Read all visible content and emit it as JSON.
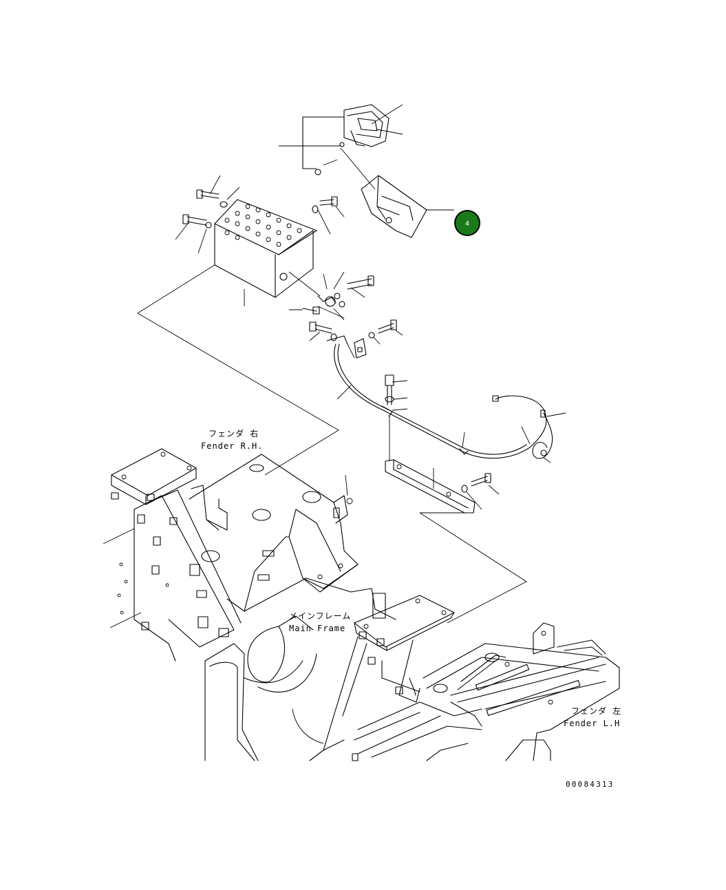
{
  "labels": {
    "fender_rh_jp": "フェンダ 右",
    "fender_rh_en": "Fender R.H.",
    "main_frame_jp": "メインフレーム",
    "main_frame_en": "Main Frame",
    "fender_lh_jp": "フェンダ 左",
    "fender_lh_en": "Fender L.H"
  },
  "callout": {
    "number": "4",
    "color": "#1a7a1a"
  },
  "drawing_code": "00084313"
}
